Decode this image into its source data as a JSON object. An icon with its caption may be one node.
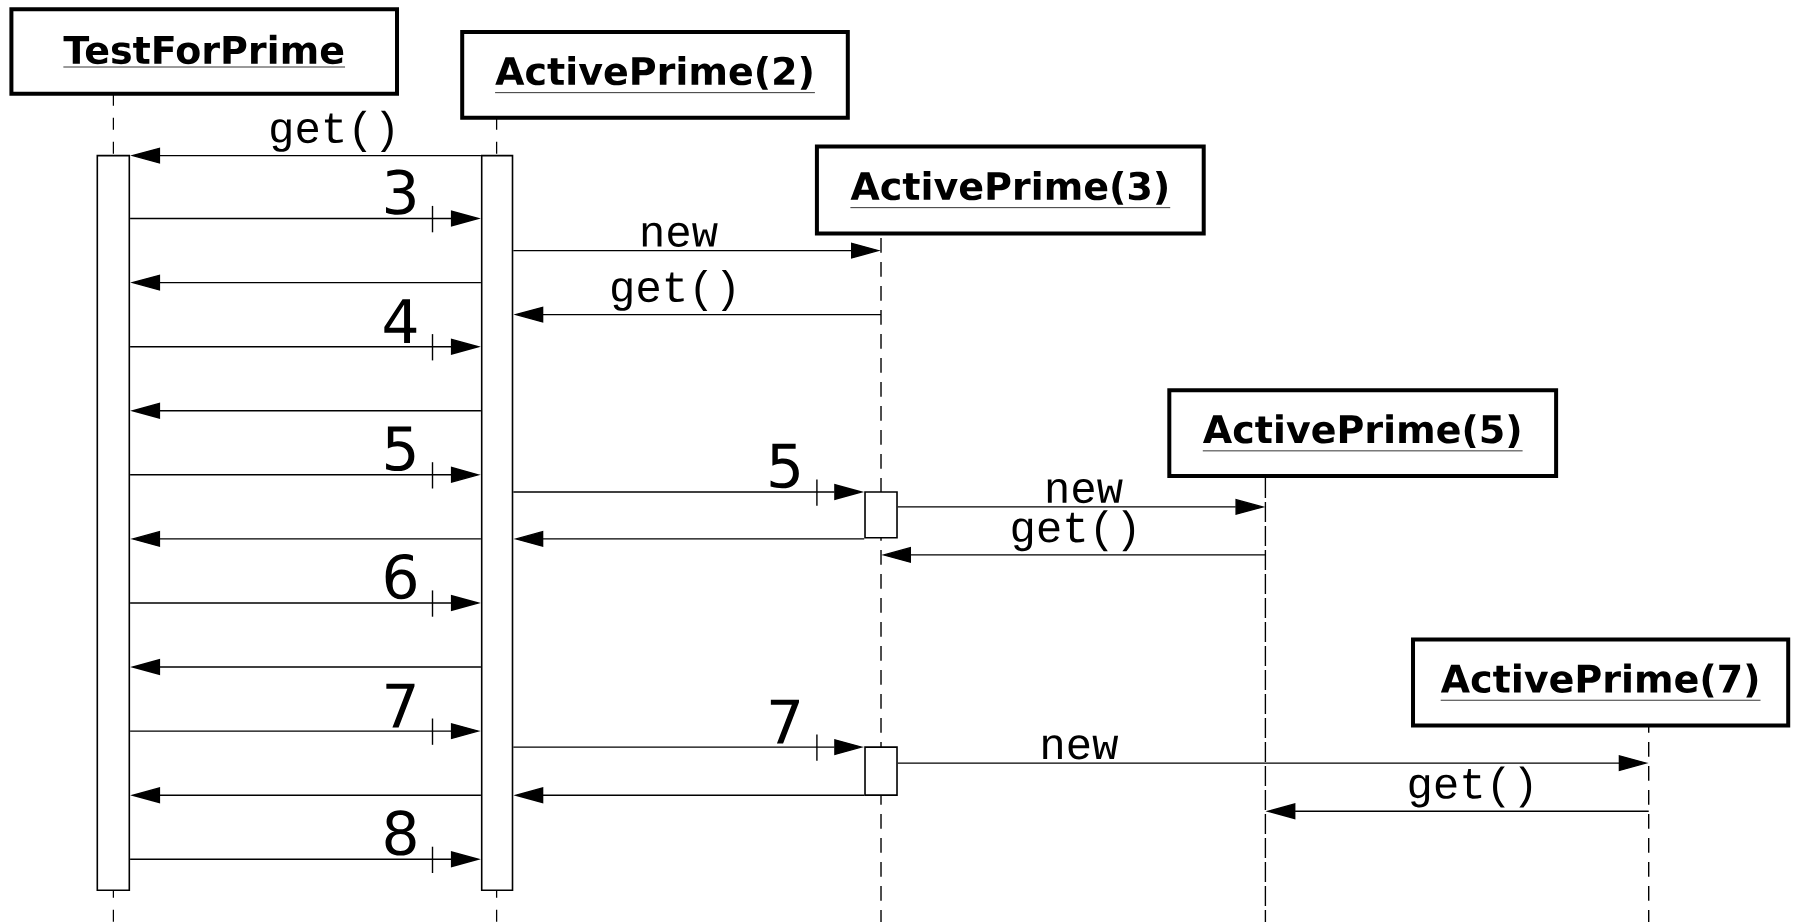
{
  "diagram": {
    "nodes": [
      {
        "text": [
          "TestForPrime"
        ]
      },
      {
        "text": [
          "ActivePrime(2)"
        ]
      },
      {
        "text": [
          "ActivePrime(3)"
        ]
      },
      {
        "text": [
          "ActivePrime(5)"
        ]
      },
      {
        "text": [
          "ActivePrime(7)"
        ]
      },
      {
        "text": [],
        "shape": "bar"
      },
      {
        "text": [],
        "shape": "bar"
      },
      {
        "text": [],
        "shape": "bar"
      },
      {
        "text": [],
        "shape": "bar"
      },
      {
        "text": [],
        "shape": "line"
      },
      {
        "text": [],
        "shape": "line"
      },
      {
        "text": [],
        "shape": "line"
      }
    ],
    "edges": [
      {
        "from": 6,
        "to": 5,
        "arrow": "to",
        "label": "get()"
      },
      {
        "from": 5,
        "to": 6,
        "arrow": "to",
        "label": "3"
      },
      {
        "from": 6,
        "to": 9,
        "arrow": "to",
        "label": "new"
      },
      {
        "from": 6,
        "to": 5,
        "arrow": "to"
      },
      {
        "from": 9,
        "to": 6,
        "arrow": "to",
        "label": "get()"
      },
      {
        "from": 5,
        "to": 6,
        "arrow": "to",
        "label": "4"
      },
      {
        "from": 6,
        "to": 5,
        "arrow": "to"
      },
      {
        "from": 5,
        "to": 6,
        "arrow": "to",
        "label": "5"
      },
      {
        "from": 6,
        "to": 7,
        "arrow": "to",
        "label": "5"
      },
      {
        "from": 7,
        "to": 10,
        "arrow": "to",
        "label": "new"
      },
      {
        "from": 7,
        "to": 6,
        "arrow": "to"
      },
      {
        "from": 6,
        "to": 5,
        "arrow": "to"
      },
      {
        "from": 10,
        "to": 9,
        "arrow": "to",
        "label": "get()"
      },
      {
        "from": 5,
        "to": 6,
        "arrow": "to",
        "label": "6"
      },
      {
        "from": 6,
        "to": 5,
        "arrow": "to"
      },
      {
        "from": 5,
        "to": 6,
        "arrow": "to",
        "label": "7"
      },
      {
        "from": 6,
        "to": 8,
        "arrow": "to",
        "label": "7"
      },
      {
        "from": 8,
        "to": 11,
        "arrow": "to",
        "label": "new"
      },
      {
        "from": 8,
        "to": 6,
        "arrow": "to"
      },
      {
        "from": 6,
        "to": 5,
        "arrow": "to"
      },
      {
        "from": 11,
        "to": 10,
        "arrow": "to",
        "label": "get()"
      },
      {
        "from": 5,
        "to": 6,
        "arrow": "to",
        "label": "8"
      }
    ]
  }
}
